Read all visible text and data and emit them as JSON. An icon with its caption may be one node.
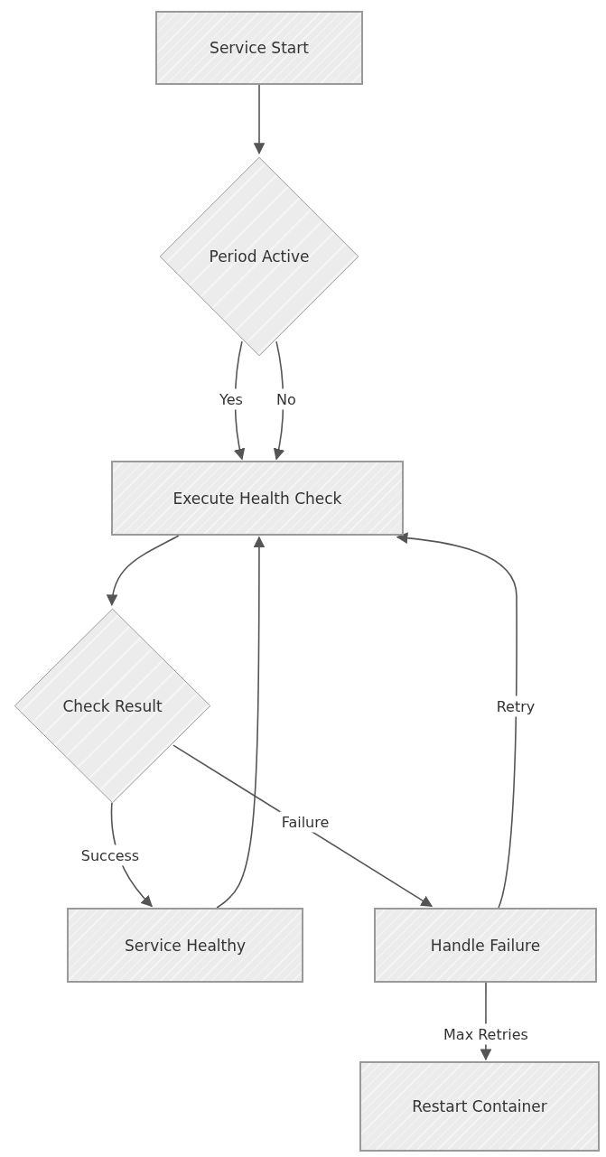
{
  "diagram": {
    "nodes": [
      {
        "text": [
          "Service Start"
        ]
      },
      {
        "text": [
          "Period Active"
        ]
      },
      {
        "text": [
          "Execute Health Check"
        ]
      },
      {
        "text": [
          "Check Result"
        ]
      },
      {
        "text": [
          "Service Healthy"
        ]
      },
      {
        "text": [
          "Handle Failure"
        ]
      },
      {
        "text": [
          "Restart Container"
        ]
      }
    ],
    "edges": [
      {
        "from": 0,
        "to": 1,
        "arrow": "to"
      },
      {
        "from": 1,
        "to": 2,
        "arrow": "to",
        "label": "Yes"
      },
      {
        "from": 1,
        "to": 2,
        "arrow": "to",
        "label": "No"
      },
      {
        "from": 2,
        "to": 3,
        "arrow": "to"
      },
      {
        "from": 3,
        "to": 4,
        "arrow": "to",
        "label": "Success"
      },
      {
        "from": 3,
        "to": 5,
        "arrow": "to",
        "label": "Failure"
      },
      {
        "from": 4,
        "to": 2,
        "arrow": "to"
      },
      {
        "from": 5,
        "to": 2,
        "arrow": "to",
        "label": "Retry"
      },
      {
        "from": 5,
        "to": 6,
        "arrow": "to",
        "label": "Max Retries"
      }
    ]
  }
}
